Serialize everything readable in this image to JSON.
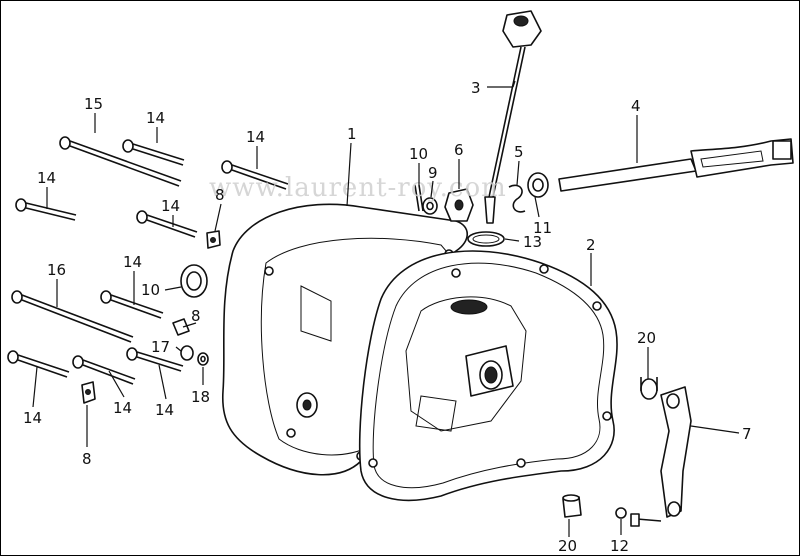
{
  "watermark": "www.laurent-roy.com",
  "callouts": [
    {
      "id": "c15",
      "text": "15"
    },
    {
      "id": "c14a",
      "text": "14"
    },
    {
      "id": "c14b",
      "text": "14"
    },
    {
      "id": "c14c",
      "text": "14"
    },
    {
      "id": "c14d",
      "text": "14"
    },
    {
      "id": "c8a",
      "text": "8"
    },
    {
      "id": "c16",
      "text": "16"
    },
    {
      "id": "c14e",
      "text": "14"
    },
    {
      "id": "c10l",
      "text": "10"
    },
    {
      "id": "c8b",
      "text": "8"
    },
    {
      "id": "c17",
      "text": "17"
    },
    {
      "id": "c18",
      "text": "18"
    },
    {
      "id": "c14f",
      "text": "14"
    },
    {
      "id": "c14g",
      "text": "14"
    },
    {
      "id": "c14h",
      "text": "14"
    },
    {
      "id": "c8c",
      "text": "8"
    },
    {
      "id": "c1",
      "text": "1"
    },
    {
      "id": "c3",
      "text": "3"
    },
    {
      "id": "c10t",
      "text": "10"
    },
    {
      "id": "c9",
      "text": "9"
    },
    {
      "id": "c6",
      "text": "6"
    },
    {
      "id": "c5",
      "text": "5"
    },
    {
      "id": "c4",
      "text": "4"
    },
    {
      "id": "c11",
      "text": "11"
    },
    {
      "id": "c13",
      "text": "13"
    },
    {
      "id": "c2",
      "text": "2"
    },
    {
      "id": "c20a",
      "text": "20"
    },
    {
      "id": "c7",
      "text": "7"
    },
    {
      "id": "c20b",
      "text": "20"
    },
    {
      "id": "c12",
      "text": "12"
    }
  ]
}
